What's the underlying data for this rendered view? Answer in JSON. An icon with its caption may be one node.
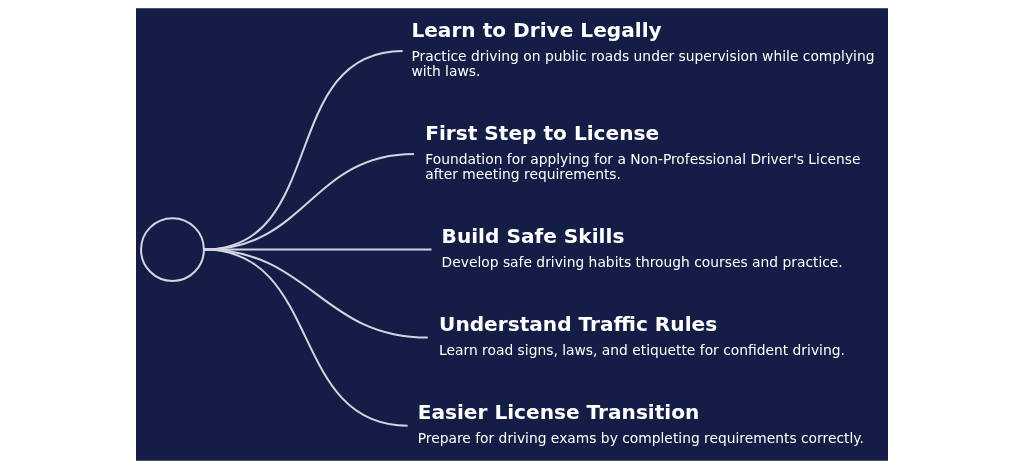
{
  "diagram": {
    "nodes": [
      {
        "text": [],
        "shape": "circle"
      },
      {
        "text": [
          "Learn to Drive Legally",
          "Practice driving on public roads under supervision while complying with laws."
        ]
      },
      {
        "text": [
          "First Step to License",
          "Foundation for applying for a Non-Professional Driver's License after meeting requirements."
        ]
      },
      {
        "text": [
          "Build Safe Skills",
          "Develop safe driving habits through courses and practice."
        ]
      },
      {
        "text": [
          "Understand Traffic Rules",
          "Learn road signs, laws, and etiquette for confident driving."
        ]
      },
      {
        "text": [
          "Easier License Transition",
          "Prepare for driving exams by completing requirements correctly."
        ]
      }
    ],
    "edges": [
      {
        "from": 0,
        "to": 1,
        "arrow": "none"
      },
      {
        "from": 0,
        "to": 2,
        "arrow": "none"
      },
      {
        "from": 0,
        "to": 3,
        "arrow": "none"
      },
      {
        "from": 0,
        "to": 4,
        "arrow": "none"
      },
      {
        "from": 0,
        "to": 5,
        "arrow": "none"
      }
    ]
  }
}
